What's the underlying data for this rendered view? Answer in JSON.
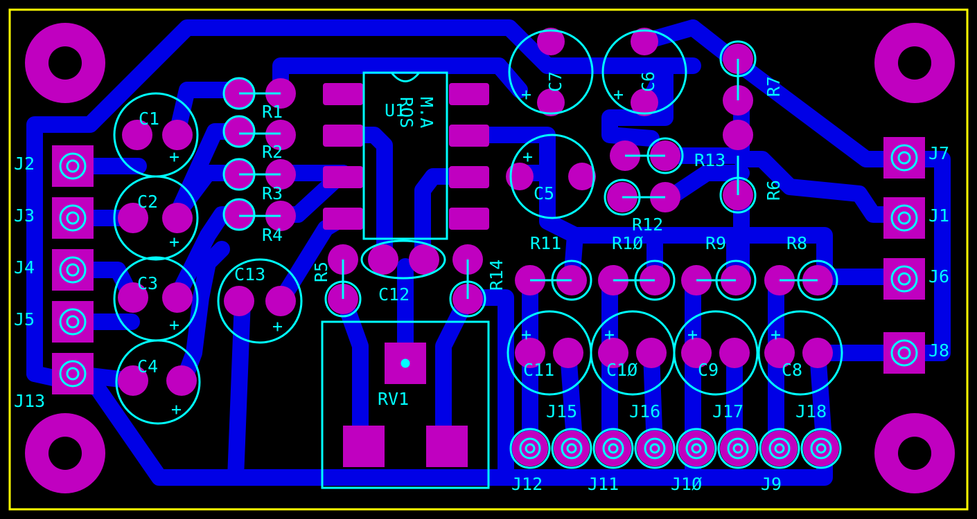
{
  "colors": {
    "background": "#000000",
    "board_outline": "#ffff00",
    "copper_trace": "#0000e6",
    "pad": "#c000c0",
    "silkscreen": "#00ffff"
  },
  "board": {
    "ic_text_line1": "M.A",
    "ic_text_line2": "ROS"
  },
  "labels": {
    "C1": "C1",
    "C2": "C2",
    "C3": "C3",
    "C4": "C4",
    "C5": "C5",
    "C6": "C6",
    "C7": "C7",
    "C8": "C8",
    "C9": "C9",
    "C10": "C1Ø",
    "C11": "C11",
    "C12": "C12",
    "C13": "C13",
    "R1": "R1",
    "R2": "R2",
    "R3": "R3",
    "R4": "R4",
    "R5": "R5",
    "R6": "R6",
    "R7": "R7",
    "R8": "R8",
    "R9": "R9",
    "R10": "R1Ø",
    "R11": "R11",
    "R12": "R12",
    "R13": "R13",
    "R14": "R14",
    "U1": "U1",
    "RV1": "RV1",
    "J1": "J1",
    "J2": "J2",
    "J3": "J3",
    "J4": "J4",
    "J5": "J5",
    "J6": "J6",
    "J7": "J7",
    "J8": "J8",
    "J9": "J9",
    "J10": "J1Ø",
    "J11": "J11",
    "J12": "J12",
    "J13": "J13",
    "J15": "J15",
    "J16": "J16",
    "J17": "J17",
    "J18": "J18"
  },
  "polarity_mark": "+"
}
